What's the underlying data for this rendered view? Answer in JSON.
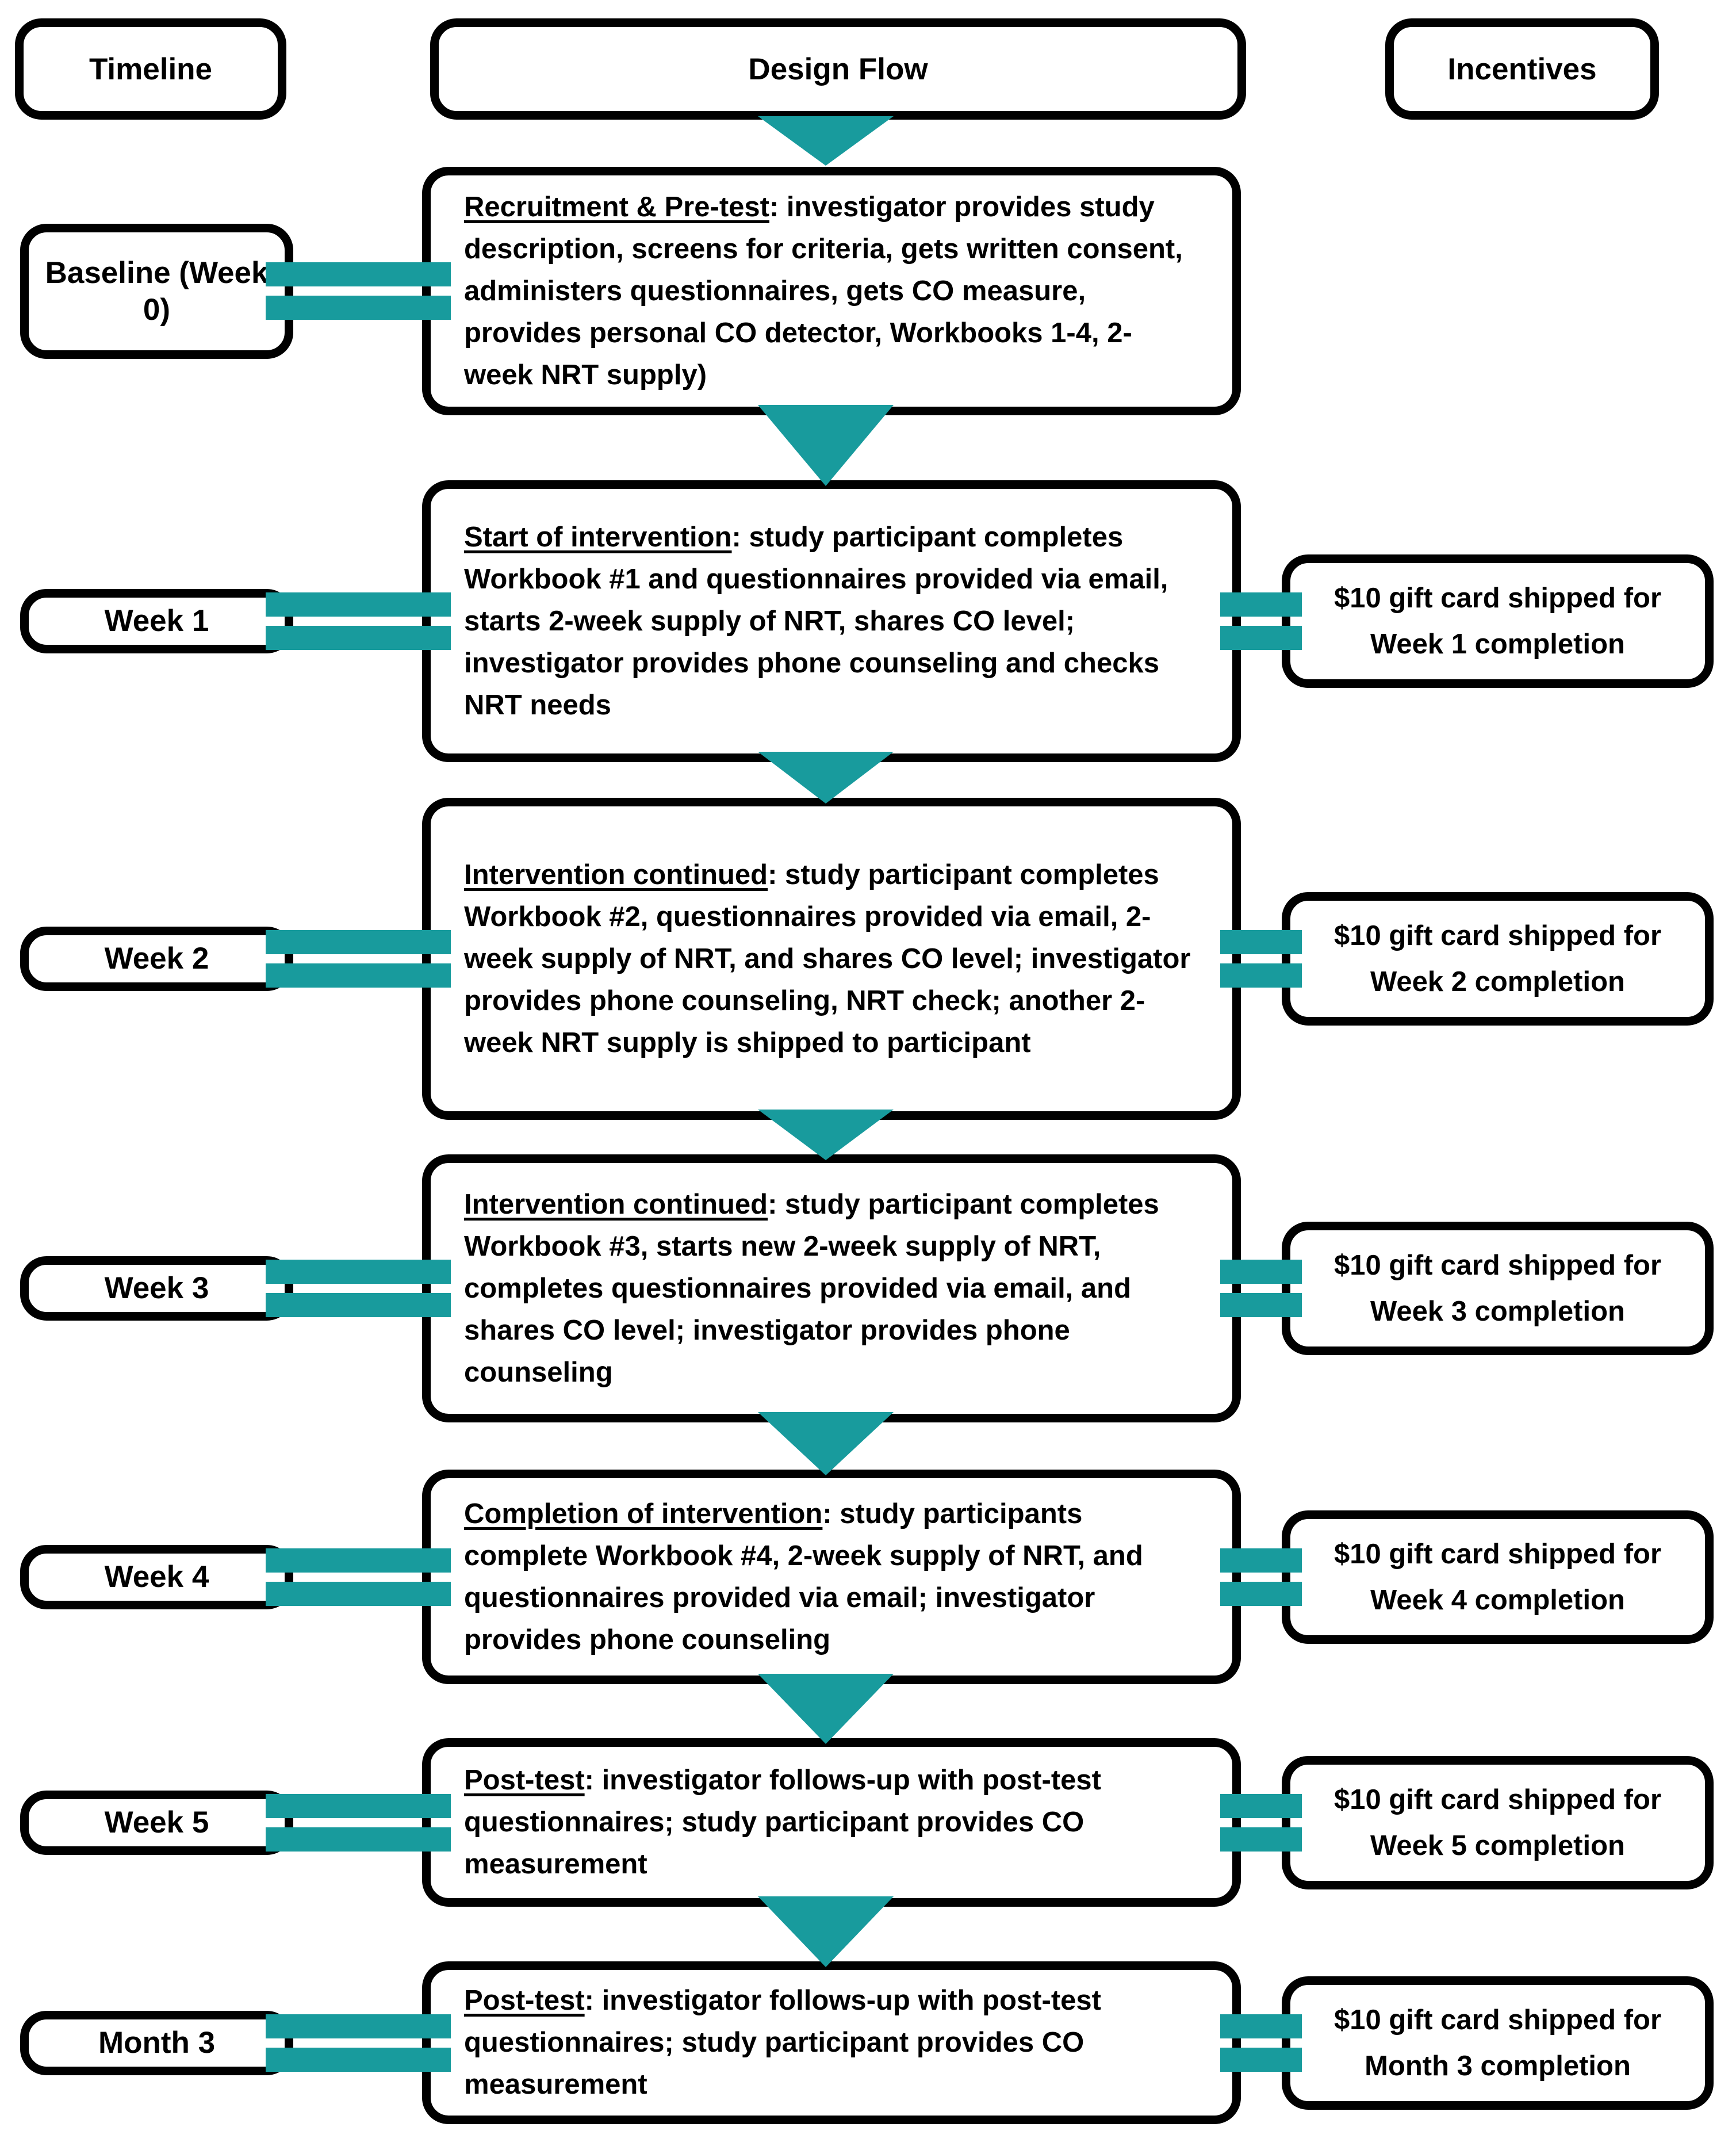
{
  "colors": {
    "accent_teal": "#189B9D",
    "box_border": "#000000",
    "box_fill": "#FFFFFF"
  },
  "headers": {
    "timeline": "Timeline",
    "design_flow": "Design Flow",
    "incentives": "Incentives"
  },
  "rows": [
    {
      "timeline": "Baseline (Week 0)",
      "design_heading": "Recruitment & Pre-test",
      "design_rest": ": investigator provides study description, screens for criteria, gets written consent, administers questionnaires, gets CO measure, provides personal CO detector, Workbooks 1-4, 2-week NRT supply)",
      "incentive": null
    },
    {
      "timeline": "Week 1",
      "design_heading": "Start of intervention",
      "design_rest": ": study participant completes Workbook #1 and questionnaires provided via email, starts 2-week supply of NRT, shares CO level; investigator provides phone counseling and checks NRT needs",
      "incentive": "$10 gift card shipped for Week 1 completion"
    },
    {
      "timeline": "Week 2",
      "design_heading": "Intervention continued",
      "design_rest": ": study participant completes Workbook #2, questionnaires provided via email, 2-week supply of NRT, and shares CO level; investigator provides phone counseling, NRT check; another 2-week NRT supply is shipped to participant",
      "incentive": "$10 gift card shipped for Week 2 completion"
    },
    {
      "timeline": "Week 3",
      "design_heading": "Intervention continued",
      "design_rest": ": study participant completes Workbook #3, starts new 2-week supply of NRT, completes questionnaires provided via email, and shares CO level; investigator provides phone counseling",
      "incentive": "$10 gift card shipped for Week 3 completion"
    },
    {
      "timeline": "Week 4",
      "design_heading": "Completion of intervention",
      "design_rest": ": study participants complete Workbook #4, 2-week supply of NRT, and questionnaires provided via email; investigator provides phone counseling",
      "incentive": "$10 gift card shipped for Week 4 completion"
    },
    {
      "timeline": "Week 5",
      "design_heading": "Post-test",
      "design_rest": ": investigator follows-up with post-test questionnaires; study participant provides CO measurement",
      "incentive": "$10 gift card shipped for Week 5 completion"
    },
    {
      "timeline": "Month 3",
      "design_heading": "Post-test",
      "design_rest": ": investigator follows-up with post-test questionnaires; study participant provides CO measurement",
      "incentive": "$10 gift card shipped for Month 3 completion"
    }
  ]
}
